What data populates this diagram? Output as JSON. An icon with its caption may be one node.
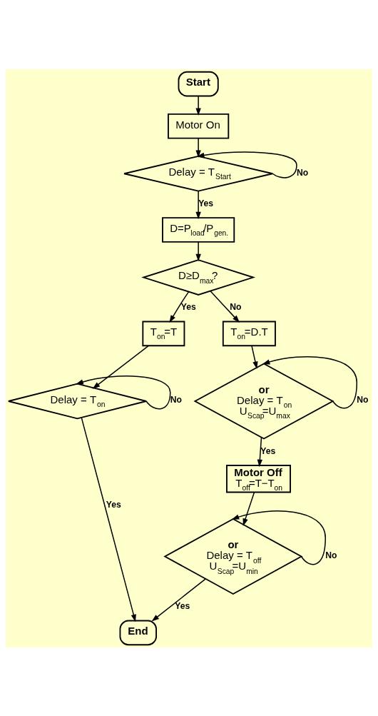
{
  "diagram": {
    "nodes": [
      {
        "text": [
          "Start"
        ]
      },
      {
        "text": [
          "Motor On"
        ]
      },
      {
        "text": [
          "Delay = T$_{Start}$"
        ]
      },
      {
        "text": [
          "D=P$_{load}$/P$_{gen.}$"
        ]
      },
      {
        "text": [
          "D≥D$_{max}$?"
        ]
      },
      {
        "text": [
          "T$_{on}$=T"
        ]
      },
      {
        "text": [
          "T$_{on}$=D.T"
        ]
      },
      {
        "text": [
          "Delay = T$_{on}$"
        ]
      },
      {
        "text": [
          "or",
          "Delay = T$_{on}$",
          "U$_{Scap}$=U$_{max}$"
        ]
      },
      {
        "text": [
          "Motor Off",
          "T$_{off}$=T−T$_{on}$"
        ]
      },
      {
        "text": [
          "or",
          "Delay = T$_{off}$",
          "U$_{Scap}$=U$_{min}$"
        ]
      },
      {
        "text": [
          "End"
        ]
      }
    ],
    "edges": [
      {
        "from": 0,
        "to": 1,
        "arrow": "to"
      },
      {
        "from": 1,
        "to": 2,
        "arrow": "to"
      },
      {
        "from": 2,
        "to": 2,
        "arrow": "to",
        "label": "No"
      },
      {
        "from": 2,
        "to": 3,
        "arrow": "to",
        "label": "Yes"
      },
      {
        "from": 3,
        "to": 4,
        "arrow": "to"
      },
      {
        "from": 4,
        "to": 5,
        "arrow": "to",
        "label": "Yes"
      },
      {
        "from": 4,
        "to": 6,
        "arrow": "to",
        "label": "No"
      },
      {
        "from": 5,
        "to": 7,
        "arrow": "to"
      },
      {
        "from": 7,
        "to": 7,
        "arrow": "to",
        "label": "No"
      },
      {
        "from": 6,
        "to": 8,
        "arrow": "to"
      },
      {
        "from": 8,
        "to": 8,
        "arrow": "to",
        "label": "No"
      },
      {
        "from": 8,
        "to": 9,
        "arrow": "to",
        "label": "Yes"
      },
      {
        "from": 9,
        "to": 10,
        "arrow": "to"
      },
      {
        "from": 10,
        "to": 10,
        "arrow": "to",
        "label": "No"
      },
      {
        "from": 10,
        "to": 11,
        "arrow": "to",
        "label": "Yes"
      },
      {
        "from": 7,
        "to": 11,
        "arrow": "to",
        "label": "Yes"
      }
    ]
  }
}
